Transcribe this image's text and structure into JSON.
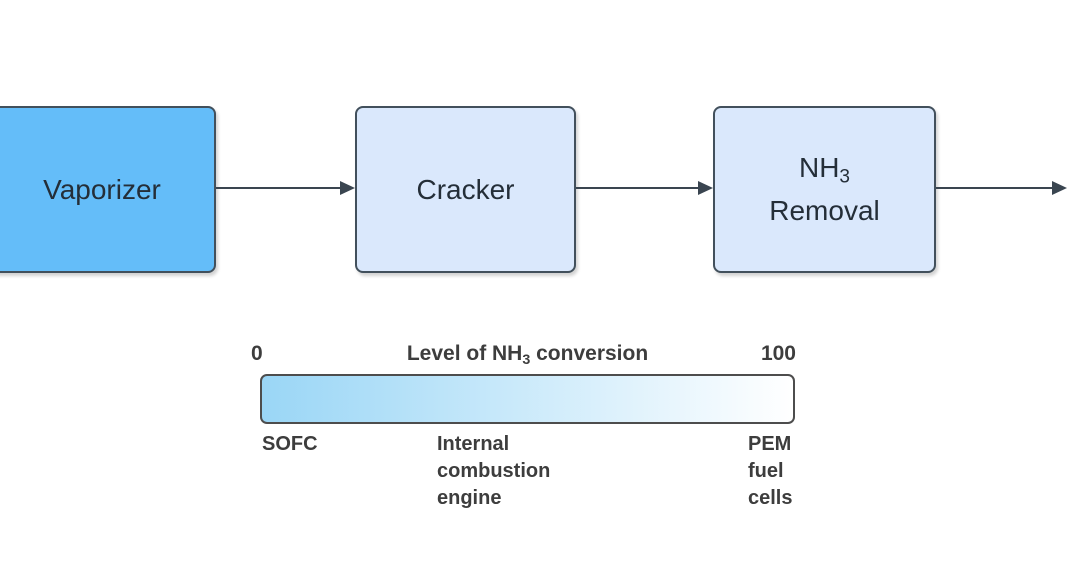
{
  "diagram": {
    "boxes": [
      {
        "label": "Vaporizer"
      },
      {
        "label": "Cracker"
      },
      {
        "line1_pre": "NH",
        "line1_sub": "3",
        "line2": "Removal"
      }
    ]
  },
  "scale": {
    "min": "0",
    "max": "100",
    "title_pre": "Level of NH",
    "title_sub": "3",
    "title_post": " conversion",
    "labels": [
      {
        "lines": [
          "SOFC"
        ]
      },
      {
        "lines": [
          "Internal",
          "combustion",
          "engine"
        ]
      },
      {
        "lines": [
          "PEM",
          "fuel",
          "cells"
        ]
      }
    ]
  },
  "colors": {
    "canvas_bg": "#FFFFFF",
    "vaporizer_fill": "#64BDF9",
    "stage_fill": "#DAE8FC",
    "box_border": "#42505C",
    "box_text": "#242E38",
    "arrow": "#3A4550",
    "bar_border": "#4D4D4D",
    "bar_gradient_start": "#9AD6F6",
    "bar_gradient_end": "#FFFFFF",
    "scale_text": "#3D3D3D"
  }
}
